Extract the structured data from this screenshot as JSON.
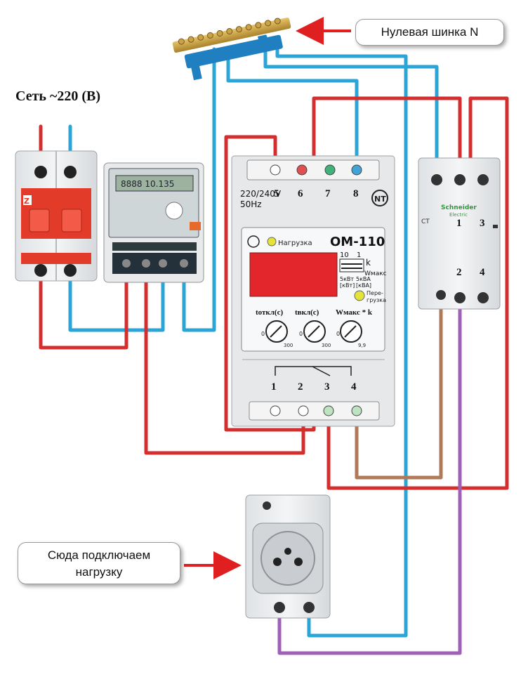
{
  "labels": {
    "neutral_bus": "Нулевая шинка N",
    "network": "Сеть ~220 (В)",
    "load_callout_line1": "Сюда подключаем",
    "load_callout_line2": "нагрузку"
  },
  "relay": {
    "voltage": "220/240V",
    "frequency": "50Hz",
    "top_terminals": [
      "5",
      "6",
      "7",
      "8"
    ],
    "model": "ОМ-110",
    "load_led_label": "Нагрузка",
    "overload_led_label_1": "Пере-",
    "overload_led_label_2": "грузка",
    "dip_values": [
      "10",
      "1"
    ],
    "dip_k": "k",
    "dip_w": "Wмакс",
    "unit_left_1": "[кВт]",
    "unit_left_2": "5кВт",
    "unit_right_1": "[кВА]",
    "unit_right_2": "5кВА",
    "knob_labels": [
      "tоткл(с)",
      "tвкл(с)",
      "Wмакс * k"
    ],
    "knob_scale_start": [
      "0",
      "0",
      "0"
    ],
    "knob_scale_end": [
      "300",
      "300",
      "9,9"
    ],
    "bottom_terminals": [
      "1",
      "2",
      "3",
      "4"
    ],
    "brand": "NT"
  },
  "contactor": {
    "brand": "Schneider",
    "brand_sub": "Electric",
    "top_terminals": [
      "1",
      "3"
    ],
    "bottom_terminals": [
      "2",
      "4"
    ],
    "ct": "CT"
  },
  "breaker": {
    "brand": "Z"
  },
  "colors": {
    "phase_wire": "#d32f2f",
    "neutral_wire": "#2aa5d5",
    "control_wire": "#b07a58",
    "load_wire": "#a060b8",
    "arrow": "#e02020",
    "device_body": "#eef0f2"
  }
}
